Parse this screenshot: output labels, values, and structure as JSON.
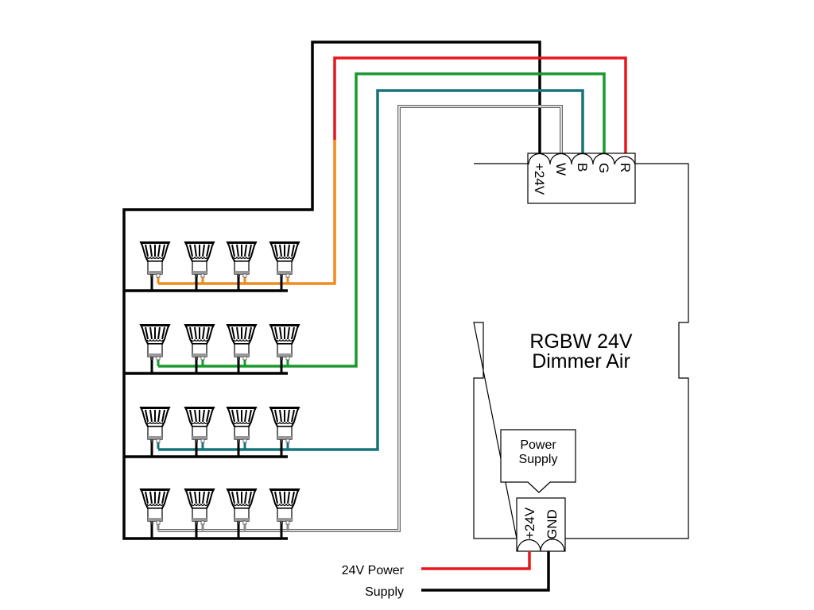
{
  "dimmer": {
    "title_line1": "RGBW 24V",
    "title_line2": "Dimmer Air",
    "output_terminals": [
      "+24V",
      "W",
      "B",
      "G",
      "R"
    ],
    "input_terminals": [
      "+24V",
      "GND"
    ],
    "power_callout_line1": "Power",
    "power_callout_line2": "Supply"
  },
  "power_input": {
    "label_line1": "24V Power",
    "label_line2": "Supply"
  },
  "wires": [
    {
      "name": "common-positive",
      "color": "#000000"
    },
    {
      "name": "red-channel",
      "color": "#e8161b"
    },
    {
      "name": "red-channel-to-lamps",
      "color": "#f08a1e"
    },
    {
      "name": "green-channel",
      "color": "#1a9a2e"
    },
    {
      "name": "blue-channel",
      "color": "#17727a"
    },
    {
      "name": "white-channel",
      "color": "#888888"
    }
  ],
  "lamp_rows": [
    {
      "channel": "R",
      "lamps": 4,
      "color": "#f08a1e"
    },
    {
      "channel": "G",
      "lamps": 4,
      "color": "#1a9a2e"
    },
    {
      "channel": "B",
      "lamps": 4,
      "color": "#17727a"
    },
    {
      "channel": "W",
      "lamps": 4,
      "color": "#888888"
    }
  ]
}
